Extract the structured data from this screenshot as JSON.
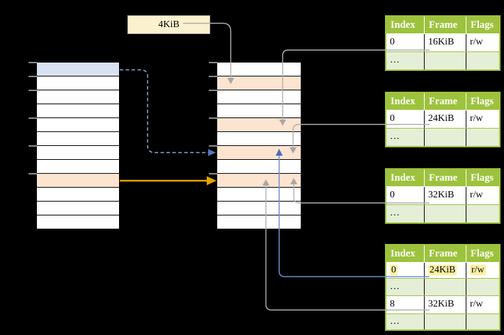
{
  "label_4kib": {
    "text": "4KiB"
  },
  "virtual_memory_table": {
    "rows": 12,
    "highlighted_blue_row_index": 0,
    "highlighted_orange_row_index": 8
  },
  "physical_memory_table": {
    "rows": 12,
    "highlighted_orange_row_indices": [
      1,
      4,
      6,
      8
    ]
  },
  "frame_tables": [
    {
      "headers": [
        "Index",
        "Frame",
        "Flags"
      ],
      "rows": [
        [
          "0",
          "16KiB",
          "r/w"
        ],
        [
          "…",
          "",
          ""
        ]
      ]
    },
    {
      "headers": [
        "Index",
        "Frame",
        "Flags"
      ],
      "rows": [
        [
          "0",
          "24KiB",
          "r/w"
        ],
        [
          "…",
          "",
          ""
        ]
      ]
    },
    {
      "headers": [
        "Index",
        "Frame",
        "Flags"
      ],
      "rows": [
        [
          "0",
          "32KiB",
          "r/w"
        ],
        [
          "…",
          "",
          ""
        ]
      ]
    },
    {
      "headers": [
        "Index",
        "Frame",
        "Flags"
      ],
      "rows": [
        [
          "0",
          "24KiB",
          "r/w"
        ],
        [
          "…",
          "",
          ""
        ],
        [
          "8",
          "32KiB",
          "r/w"
        ],
        [
          "…",
          "",
          ""
        ]
      ],
      "highlighted_row_index": 0
    }
  ],
  "colors": {
    "background": "#000000",
    "table_header_green": "#9DC23D",
    "table_row_light_green": "#E5EED6",
    "row_highlight_blue": "#D9E2F3",
    "row_highlight_orange": "#FCE4D0",
    "label_background": "#FCF1CE",
    "text_highlight_yellow": "#FBF0A0",
    "arrow_gray": "#AFAFAF",
    "arrow_blue": "#7191C9",
    "arrow_dashed_blue": "#8FAADC",
    "arrow_orange": "#E3A400",
    "tick_gray": "#8C8C8C"
  }
}
